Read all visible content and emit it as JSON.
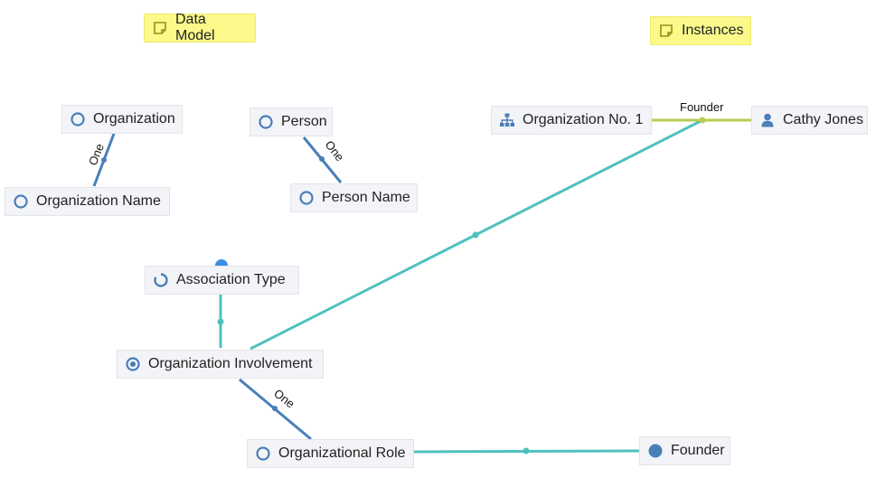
{
  "notes": {
    "data_model": "Data Model",
    "instances": "Instances"
  },
  "nodes": {
    "organization": "Organization",
    "organization_name": "Organization Name",
    "person": "Person",
    "person_name": "Person Name",
    "association_type": "Association Type",
    "organization_involvement": "Organization Involvement",
    "organizational_role": "Organizational Role",
    "founder": "Founder",
    "organization_no_1": "Organization No. 1",
    "cathy_jones": "Cathy Jones"
  },
  "edges": {
    "one_label_1": "One",
    "one_label_2": "One",
    "one_label_3": "One",
    "founder_relation": "Founder"
  },
  "colors": {
    "one_edge": "#4a7fb8",
    "teal_edge": "#4fc1bd",
    "instance_edge": "#b5cd4f",
    "icon_blue": "#4a7fb8",
    "dot_blue": "#3b8ee8"
  }
}
